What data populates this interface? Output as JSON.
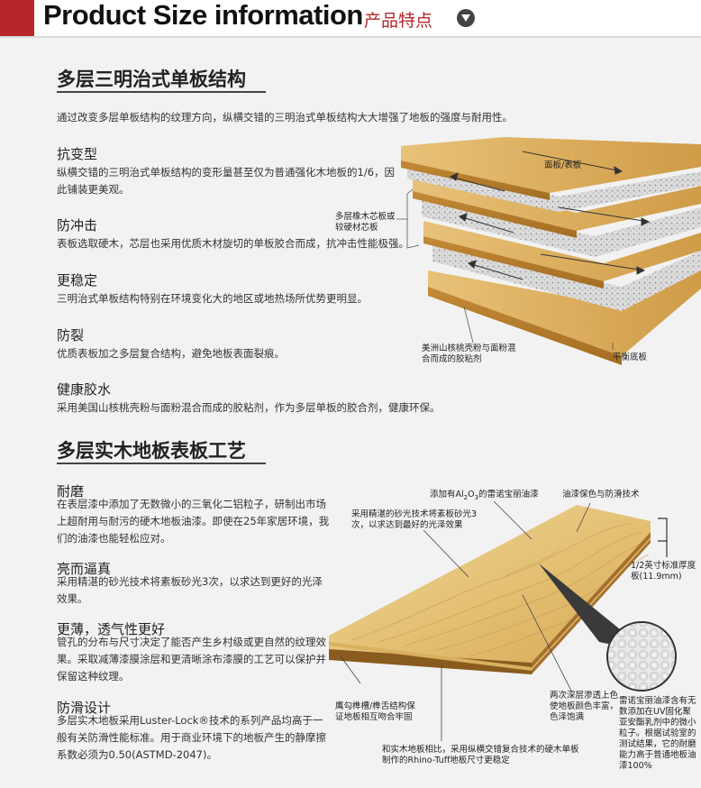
{
  "header": {
    "title": "Product Size information",
    "subtitle_cn": "产品特点"
  },
  "section1": {
    "title": "多层三明治式单板结构",
    "intro": "通过改变多层单板结构的纹理方向，纵横交错的三明治式单板结构大大增强了地板的强度与耐用性。",
    "features": [
      {
        "title": "抗变型",
        "desc": "纵横交错的三明治式单板结构的变形量甚至仅为普通强化木地板的1/6，因此铺装更美观。"
      },
      {
        "title": "防冲击",
        "desc": "表板选取硬木，芯层也采用优质木材旋切的单板胶合而成，抗冲击性能极强。"
      },
      {
        "title": "更稳定",
        "desc": "三明治式单板结构特别在环境变化大的地区或地热场所优势更明显。"
      },
      {
        "title": "防裂",
        "desc": "优质表板加之多层复合结构，避免地板表面裂痕。"
      },
      {
        "title": "健康胶水",
        "desc": "采用美国山核桃壳粉与面粉混合而成的胶粘剂，作为多层单板的胶合剂，健康环保。"
      }
    ],
    "labels": {
      "face": "面板/表板",
      "core": "多层橡木芯板或较硬材芯板",
      "glue": "美洲山核桃壳粉与面粉混合而成的胶粘剂",
      "balance": "平衡底板"
    }
  },
  "section2": {
    "title": "多层实木地板表板工艺",
    "features": [
      {
        "title": "耐磨",
        "desc": "在表层漆中添加了无数微小的三氧化二铝粒子，研制出市场上超耐用与耐污的硬木地板油漆。即使在25年家居环境，我们的油漆也能轻松应对。"
      },
      {
        "title": "亮而逼真",
        "desc": "采用精湛的砂光技术将素板砂光3次，以求达到更好的光泽效果。"
      },
      {
        "title": "更薄，透气性更好",
        "desc": "管孔的分布与尺寸决定了能否产生乡村级或更自然的纹理效果。采取减薄漆膜涂层和更清晰涂布漆膜的工艺可以保护并保留这种纹理。"
      },
      {
        "title": "防滑设计",
        "desc": "多层实木地板采用Luster-Lock®技术的系列产品均高于一般有关防滑性能标准。用于商业环境下的地板产生的静摩擦系数必须为0.50(ASTMD-2047)。"
      }
    ],
    "labels": {
      "al_pre": "添加有Al",
      "al_sub1": "2",
      "al_mid": "O",
      "al_sub2": "3",
      "al_post": "的雷诺宝丽油漆",
      "oil": "油漆保色与防滑技术",
      "sand": "采用精湛的砂光技术将素板砂光3次，以求达到最好的光泽效果",
      "thick": "1/2英寸标准厚度板(11.9mm)",
      "tongue": "鹰勾榫槽/榫舌结构保证地板相互吻合牢固",
      "deep": "两次深层渗透上色使地板颜色丰富，色泽饱满",
      "rhino": "和实木地板相比，采用纵横交错复合技术的硬木单板制作的Rhino-Tuff地板尺寸更稳定",
      "reynold": "雷诺宝丽油漆含有无数添加在UV固化聚亚安酯乳剂中的微小粒子。根据试验室的测试结果，它的耐磨能力高于普通地板油漆100%"
    }
  }
}
